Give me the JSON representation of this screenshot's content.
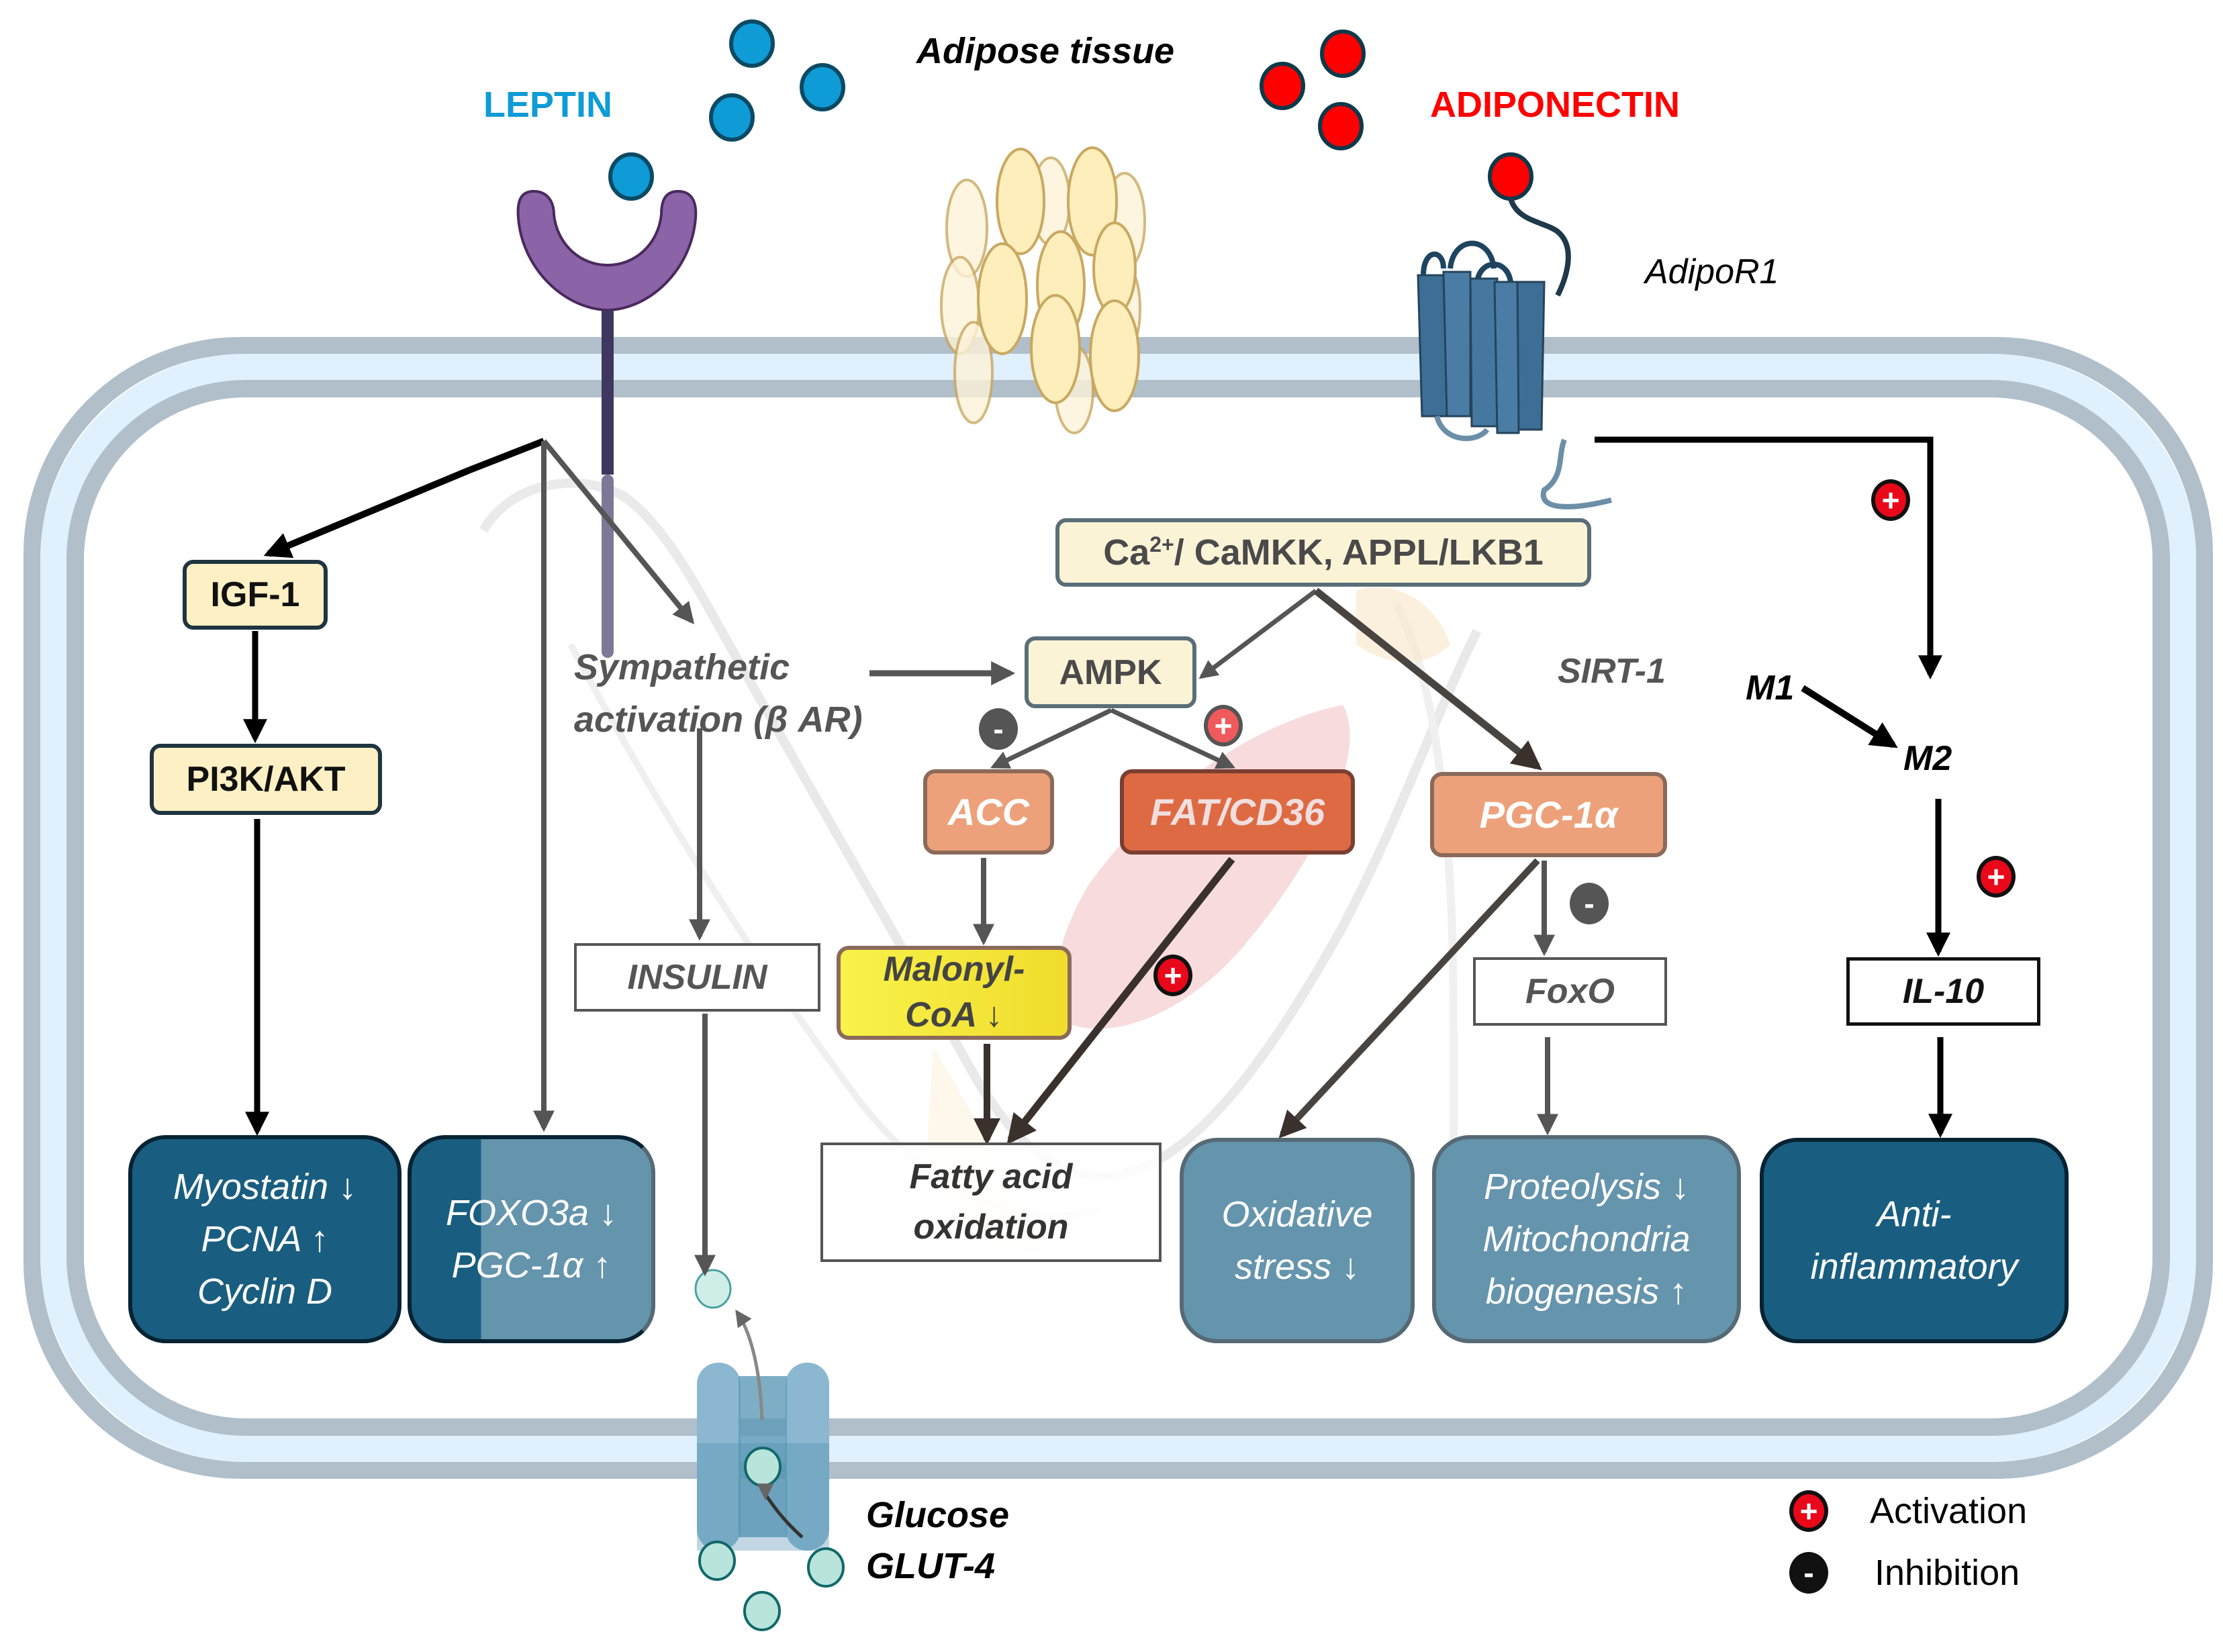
{
  "title_labels": {
    "leptin": "LEPTIN",
    "adipose_tissue": "Adipose tissue",
    "adiponectin": "ADIPONECTIN",
    "adipor1": "AdipoR1"
  },
  "colors": {
    "leptin": "#0e9bd6",
    "adiponectin": "#ff0000",
    "activation": "#e8081a",
    "inhibition": "#111111",
    "result_dark": "#195e80",
    "result_light": "#6594ad",
    "membrane_outer": "#b0bfca",
    "membrane_inner": "#e0f0fd"
  },
  "leptin_pathway": {
    "igf1": "IGF-1",
    "pi3k_akt": "PI3K/AKT",
    "sympathetic_line1": "Sympathetic",
    "sympathetic_line2": "activation (β AR)",
    "insulin": "INSULIN"
  },
  "ampk_pathway": {
    "ca_camkk_prefix": "Ca",
    "ca_superscript": "2+",
    "ca_camkk_suffix": "/ CaMKK, APPL/LKB1",
    "ampk": "AMPK",
    "sirt1": "SIRT-1",
    "acc": "ACC",
    "fat_cd36": "FAT/CD36",
    "pgc1a": "PGC-1α",
    "malonyl_line1": "Malonyl-",
    "malonyl_line2": "CoA ↓",
    "foxo": "FoxO",
    "fatty_acid_line1": "Fatty acid",
    "fatty_acid_line2": "oxidation"
  },
  "macrophage": {
    "m1": "M1",
    "m2": "M2",
    "il10": "IL-10"
  },
  "results": [
    {
      "lines": [
        "Myostatin ↓",
        "PCNA ↑",
        "Cyclin D"
      ]
    },
    {
      "lines": [
        "FOXO3a ↓",
        "PGC-1α  ↑"
      ]
    },
    {
      "lines": [
        "Oxidative",
        "stress ↓"
      ]
    },
    {
      "lines": [
        "Proteolysis ↓",
        "Mitochondria",
        "biogenesis ↑"
      ]
    },
    {
      "lines": [
        "Anti-",
        "inflammatory"
      ]
    }
  ],
  "glucose": {
    "line1": "Glucose",
    "line2": "GLUT-4"
  },
  "legend": {
    "activation_symbol": "+",
    "activation_label": "Activation",
    "inhibition_symbol": "-",
    "inhibition_label": "Inhibition"
  }
}
